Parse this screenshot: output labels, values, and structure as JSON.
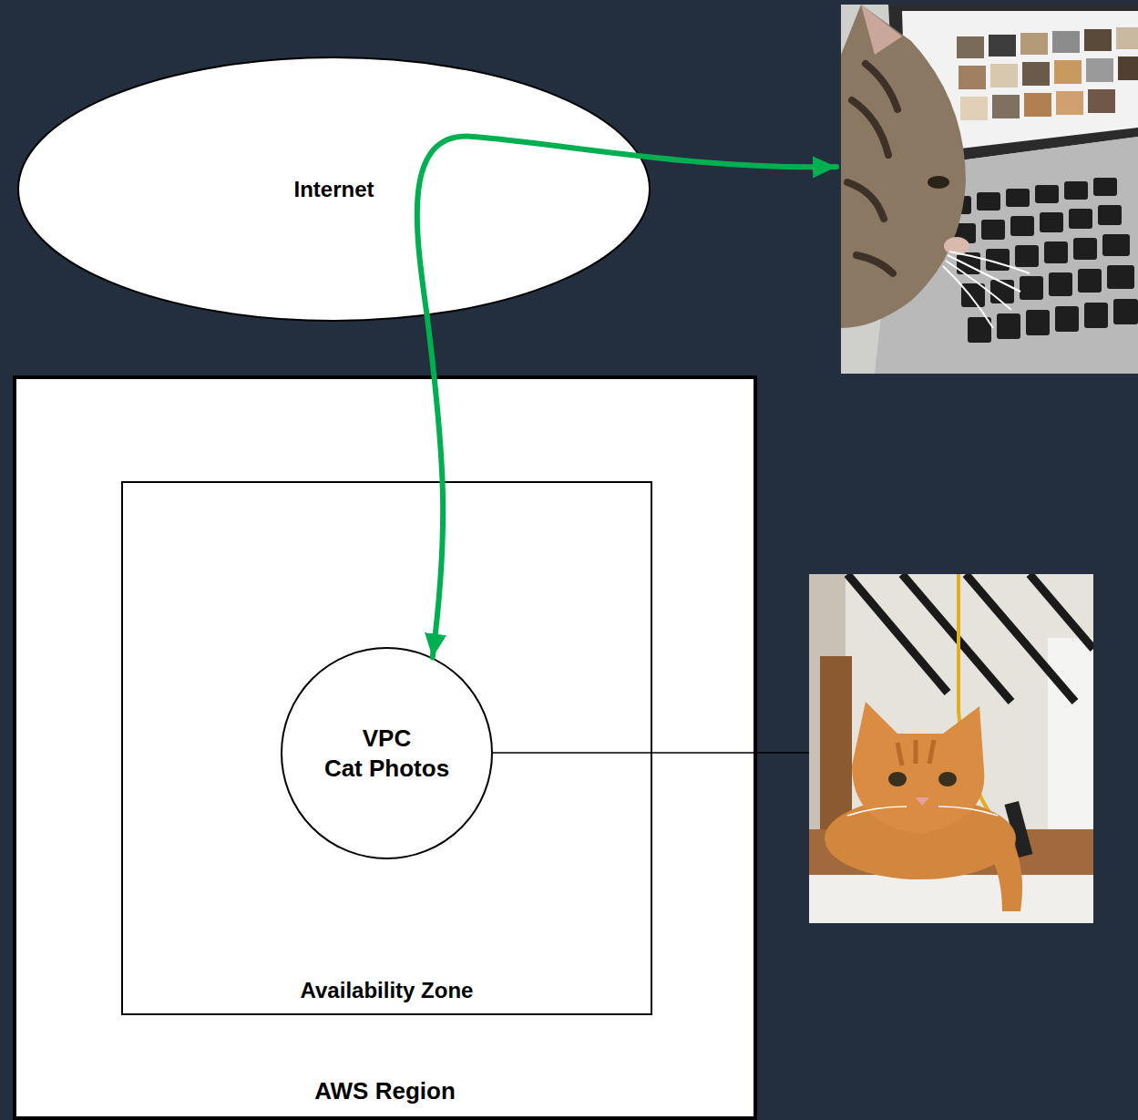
{
  "diagram": {
    "nodes": [
      {
        "text": [
          "Internet"
        ]
      },
      {
        "text": [
          "AWS Region"
        ]
      },
      {
        "text": [
          "Availability Zone"
        ],
        "in": 1
      },
      {
        "text": [
          "VPC",
          "Cat Photos"
        ],
        "in": 2
      }
    ],
    "edges": [
      {
        "from": 0,
        "to": 3,
        "arrow": "to"
      }
    ]
  }
}
